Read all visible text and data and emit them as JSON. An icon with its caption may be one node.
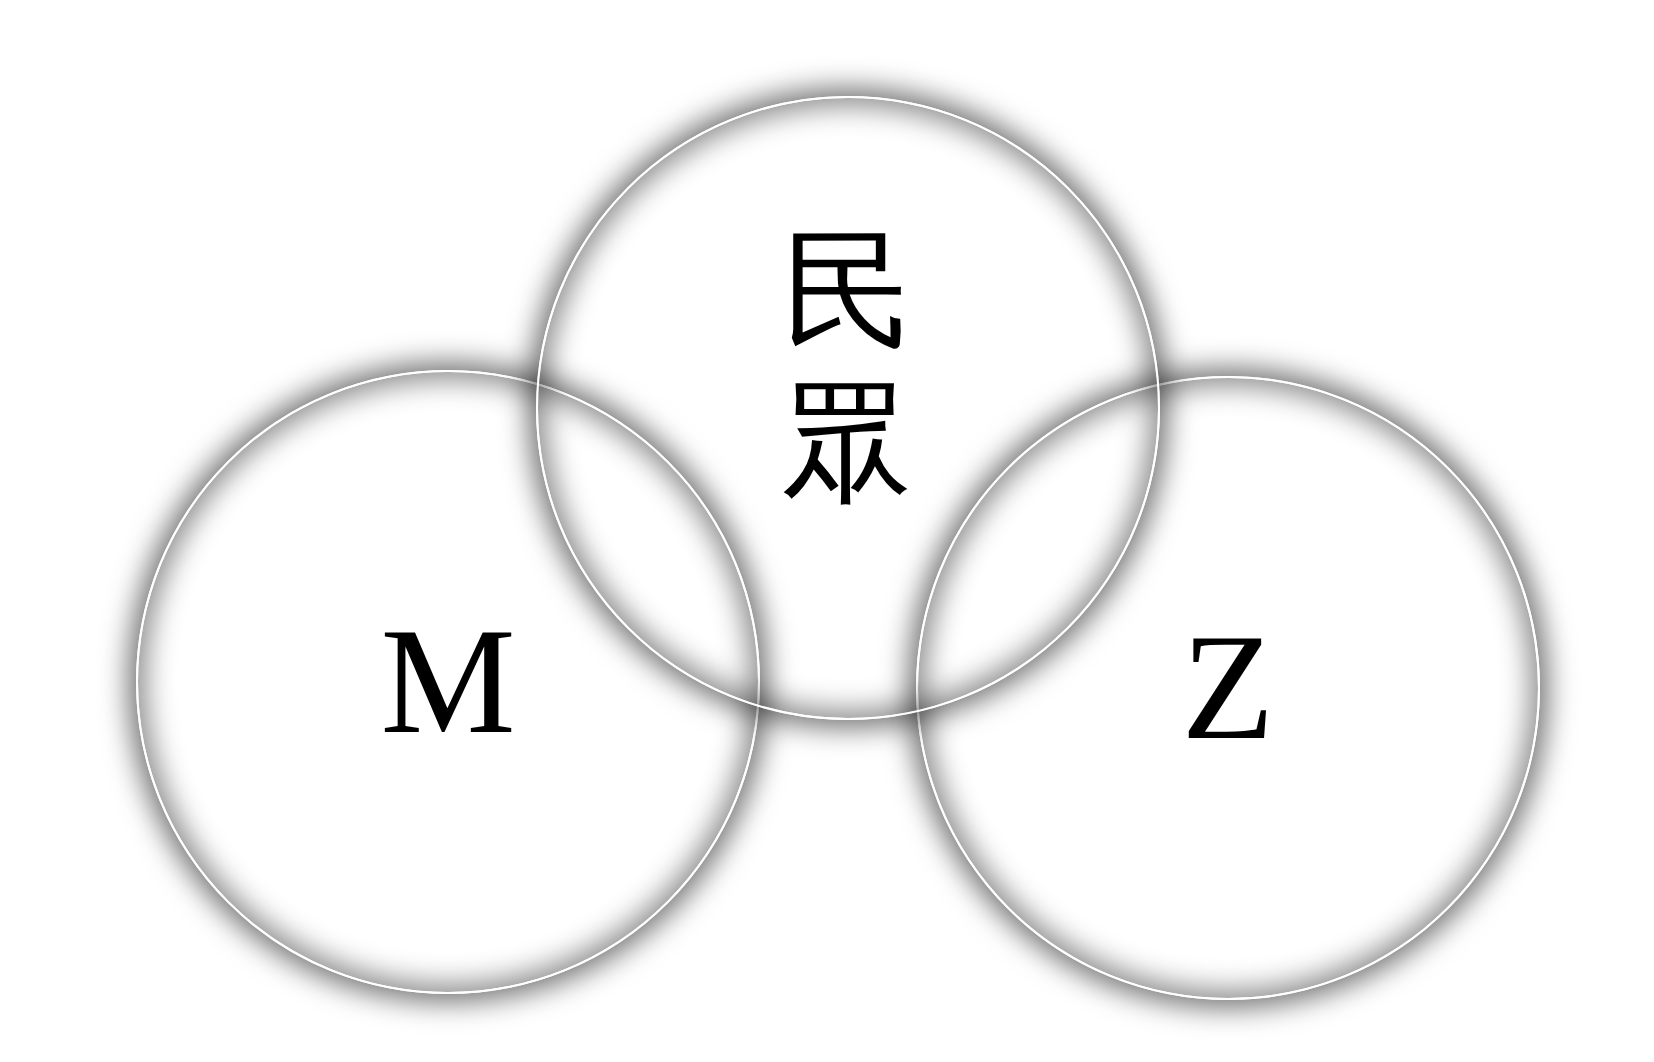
{
  "diagram": {
    "nodes": [
      {
        "text": [
          "民眾"
        ]
      },
      {
        "text": [
          "M"
        ]
      },
      {
        "text": [
          "Z"
        ]
      }
    ]
  }
}
